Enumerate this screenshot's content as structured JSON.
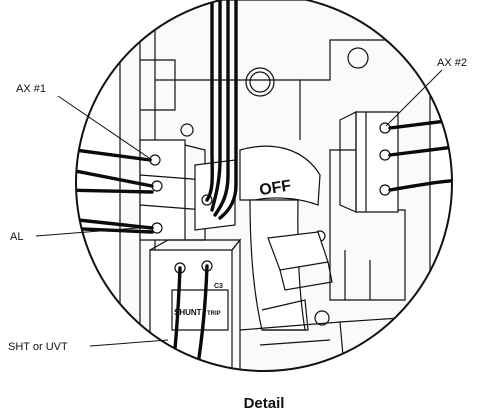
{
  "callouts": {
    "ax1": "AX #1",
    "ax2": "AX #2",
    "al": "AL",
    "sht_uvt": "SHT or UVT"
  },
  "device_labels": {
    "off": "OFF",
    "shunt": "SHUNT",
    "trip": "TRIP",
    "c3": "C3"
  },
  "caption": "Detail",
  "colors": {
    "line": "#111111",
    "wire": "#0a0a0a",
    "background": "#ffffff"
  }
}
